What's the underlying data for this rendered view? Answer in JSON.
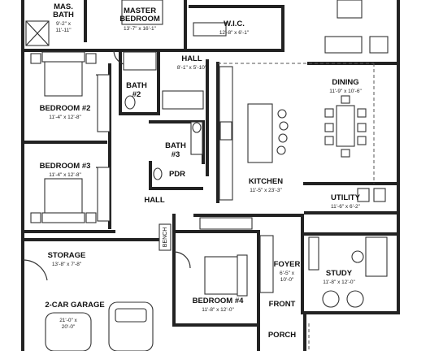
{
  "rooms": [
    {
      "id": "mas-bath",
      "name_lines": [
        "MAS.",
        "BATH"
      ],
      "dim_lines": [
        "9'-2\" x",
        "11'-11\""
      ]
    },
    {
      "id": "master-bedroom",
      "name_lines": [
        "MASTER",
        "BEDROOM"
      ],
      "dim_lines": [
        "13'-7\" x 16'-1\""
      ]
    },
    {
      "id": "wic",
      "name_lines": [
        "W.I.C."
      ],
      "dim_lines": [
        "12'-8\" x 6'-1\""
      ]
    },
    {
      "id": "hall-upper",
      "name_lines": [
        "HALL"
      ],
      "dim_lines": [
        "8'-1\" x 5'-10\""
      ]
    },
    {
      "id": "bedroom-2",
      "name_lines": [
        "BEDROOM #2"
      ],
      "dim_lines": [
        "11'-4\" x 12'-8\""
      ]
    },
    {
      "id": "bath-2",
      "name_lines": [
        "BATH",
        "#2"
      ],
      "dim_lines": []
    },
    {
      "id": "dining",
      "name_lines": [
        "DINING"
      ],
      "dim_lines": [
        "11'-9\" x 10'-6\""
      ]
    },
    {
      "id": "bath-3",
      "name_lines": [
        "BATH",
        "#3"
      ],
      "dim_lines": []
    },
    {
      "id": "bedroom-3",
      "name_lines": [
        "BEDROOM #3"
      ],
      "dim_lines": [
        "11'-4\" x 12'-8\""
      ]
    },
    {
      "id": "pdr",
      "name_lines": [
        "PDR"
      ],
      "dim_lines": []
    },
    {
      "id": "kitchen",
      "name_lines": [
        "KITCHEN"
      ],
      "dim_lines": [
        "11'-5\" x 23'-3\""
      ]
    },
    {
      "id": "utility",
      "name_lines": [
        "UTILITY"
      ],
      "dim_lines": [
        "11'-6\" x 6'-2\""
      ]
    },
    {
      "id": "hall-lower",
      "name_lines": [
        "HALL"
      ],
      "dim_lines": []
    },
    {
      "id": "storage",
      "name_lines": [
        "STORAGE"
      ],
      "dim_lines": [
        "13'-8\" x 7'-8\""
      ]
    },
    {
      "id": "foyer",
      "name_lines": [
        "FOYER"
      ],
      "dim_lines": [
        "6'-5\" x",
        "10'-0\""
      ]
    },
    {
      "id": "study",
      "name_lines": [
        "STUDY"
      ],
      "dim_lines": [
        "11'-8\" x 12'-0\""
      ]
    },
    {
      "id": "garage",
      "name_lines": [
        "2-CAR GARAGE"
      ],
      "dim_lines": [
        "21'-0\" x",
        "20'-0\""
      ]
    },
    {
      "id": "bedroom-4",
      "name_lines": [
        "BEDROOM #4"
      ],
      "dim_lines": [
        "11'-8\" x 12'-0\""
      ]
    },
    {
      "id": "front-porch",
      "name_lines": [
        "FRONT",
        "PORCH"
      ],
      "dim_lines": []
    }
  ],
  "labels": {
    "bench": "BENCH"
  }
}
